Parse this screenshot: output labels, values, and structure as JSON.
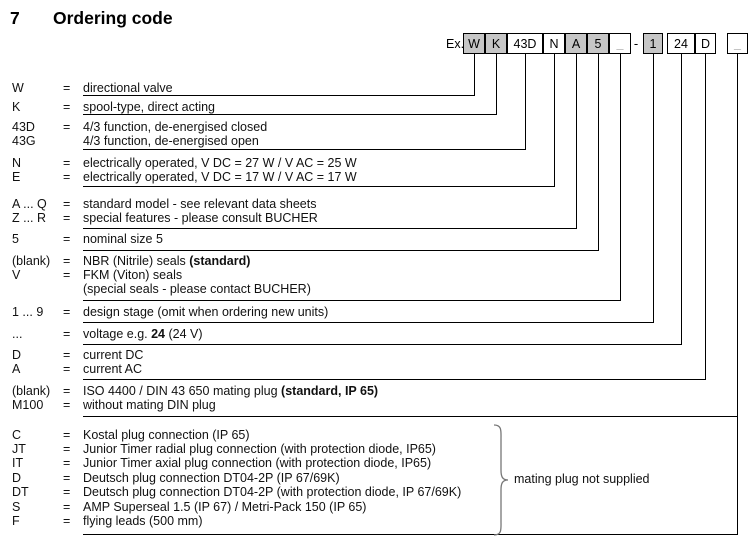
{
  "header": {
    "number": "7",
    "title": "Ordering code"
  },
  "example": {
    "prefix": "Ex.",
    "separator": "-",
    "boxes": [
      {
        "label": "W",
        "shaded": true,
        "blank": false
      },
      {
        "label": "K",
        "shaded": true,
        "blank": false
      },
      {
        "label": "43D",
        "shaded": false,
        "blank": false
      },
      {
        "label": "N",
        "shaded": false,
        "blank": false
      },
      {
        "label": "A",
        "shaded": true,
        "blank": false
      },
      {
        "label": "5",
        "shaded": true,
        "blank": false
      },
      {
        "label": "_",
        "shaded": false,
        "blank": true
      },
      {
        "label": "1",
        "shaded": true,
        "blank": false
      },
      {
        "label": "24",
        "shaded": false,
        "blank": false
      },
      {
        "label": "D",
        "shaded": false,
        "blank": false
      },
      {
        "label": "_",
        "shaded": false,
        "blank": true
      }
    ]
  },
  "colors": {
    "shaded_box": "#c6c6c6",
    "line": "#000000",
    "brace": "#777777",
    "blank_glyph": "#8a8a8a"
  },
  "rows": [
    {
      "label": "W",
      "eq": "=",
      "parts": [
        {
          "t": "directional valve",
          "b": false
        }
      ]
    },
    {
      "label": "K",
      "eq": "=",
      "parts": [
        {
          "t": "spool-type, direct acting",
          "b": false
        }
      ]
    },
    {
      "label": "43D",
      "eq": "=",
      "parts": [
        {
          "t": "4/3 function, de-energised closed",
          "b": false
        }
      ]
    },
    {
      "label": "43G",
      "eq": "",
      "parts": [
        {
          "t": "4/3 function, de-energised open",
          "b": false
        }
      ]
    },
    {
      "label": "N",
      "eq": "=",
      "parts": [
        {
          "t": "electrically operated, V DC = 27 W / V AC = 25 W",
          "b": false
        }
      ]
    },
    {
      "label": "E",
      "eq": "=",
      "parts": [
        {
          "t": "electrically operated, V DC = 17 W / V AC = 17 W",
          "b": false
        }
      ]
    },
    {
      "label": "A ... Q",
      "eq": "=",
      "parts": [
        {
          "t": "standard model - see relevant data sheets",
          "b": false
        }
      ]
    },
    {
      "label": "Z ... R",
      "eq": "=",
      "parts": [
        {
          "t": "special features - please consult BUCHER",
          "b": false
        }
      ]
    },
    {
      "label": "5",
      "eq": "=",
      "parts": [
        {
          "t": "nominal size 5",
          "b": false
        }
      ]
    },
    {
      "label": "(blank)",
      "eq": "=",
      "parts": [
        {
          "t": "NBR (Nitrile) seals ",
          "b": false
        },
        {
          "t": "(standard)",
          "b": true
        }
      ]
    },
    {
      "label": "V",
      "eq": "=",
      "parts": [
        {
          "t": "FKM (Viton) seals",
          "b": false
        }
      ]
    },
    {
      "label": "",
      "eq": "",
      "parts": [
        {
          "t": "(special seals - please contact BUCHER)",
          "b": false
        }
      ]
    },
    {
      "label": "1 ... 9",
      "eq": "=",
      "parts": [
        {
          "t": "design stage (omit when ordering new units)",
          "b": false
        }
      ]
    },
    {
      "label": "...",
      "eq": "=",
      "parts": [
        {
          "t": "voltage e.g. ",
          "b": false
        },
        {
          "t": "24",
          "b": true
        },
        {
          "t": " (24 V)",
          "b": false
        }
      ]
    },
    {
      "label": "D",
      "eq": "=",
      "parts": [
        {
          "t": "current DC",
          "b": false
        }
      ]
    },
    {
      "label": "A",
      "eq": "=",
      "parts": [
        {
          "t": "current AC",
          "b": false
        }
      ]
    },
    {
      "label": "(blank)",
      "eq": "=",
      "parts": [
        {
          "t": "ISO 4400 / DIN 43 650 mating plug ",
          "b": false
        },
        {
          "t": "(standard, IP 65)",
          "b": true
        }
      ]
    },
    {
      "label": "M100",
      "eq": "=",
      "parts": [
        {
          "t": "without mating DIN plug",
          "b": false
        }
      ]
    },
    {
      "label": "C",
      "eq": "=",
      "parts": [
        {
          "t": "Kostal plug connection (IP 65)",
          "b": false
        }
      ]
    },
    {
      "label": "JT",
      "eq": "=",
      "parts": [
        {
          "t": "Junior Timer radial plug connection (with protection diode, IP65)",
          "b": false
        }
      ]
    },
    {
      "label": "IT",
      "eq": "=",
      "parts": [
        {
          "t": "Junior Timer axial plug connection (with protection diode, IP65)",
          "b": false
        }
      ]
    },
    {
      "label": "D",
      "eq": "=",
      "parts": [
        {
          "t": "Deutsch plug connection DT04-2P (IP 67/69K)",
          "b": false
        }
      ]
    },
    {
      "label": "DT",
      "eq": "=",
      "parts": [
        {
          "t": "Deutsch plug connection DT04-2P (with protection diode, IP 67/69K)",
          "b": false
        }
      ]
    },
    {
      "label": "S",
      "eq": "=",
      "parts": [
        {
          "t": "AMP Superseal 1.5 (IP 67) / Metri-Pack 150 (IP 65)",
          "b": false
        }
      ]
    },
    {
      "label": "F",
      "eq": "=",
      "parts": [
        {
          "t": "flying leads (500 mm)",
          "b": false
        }
      ]
    }
  ],
  "brace_note": "mating plug not supplied"
}
